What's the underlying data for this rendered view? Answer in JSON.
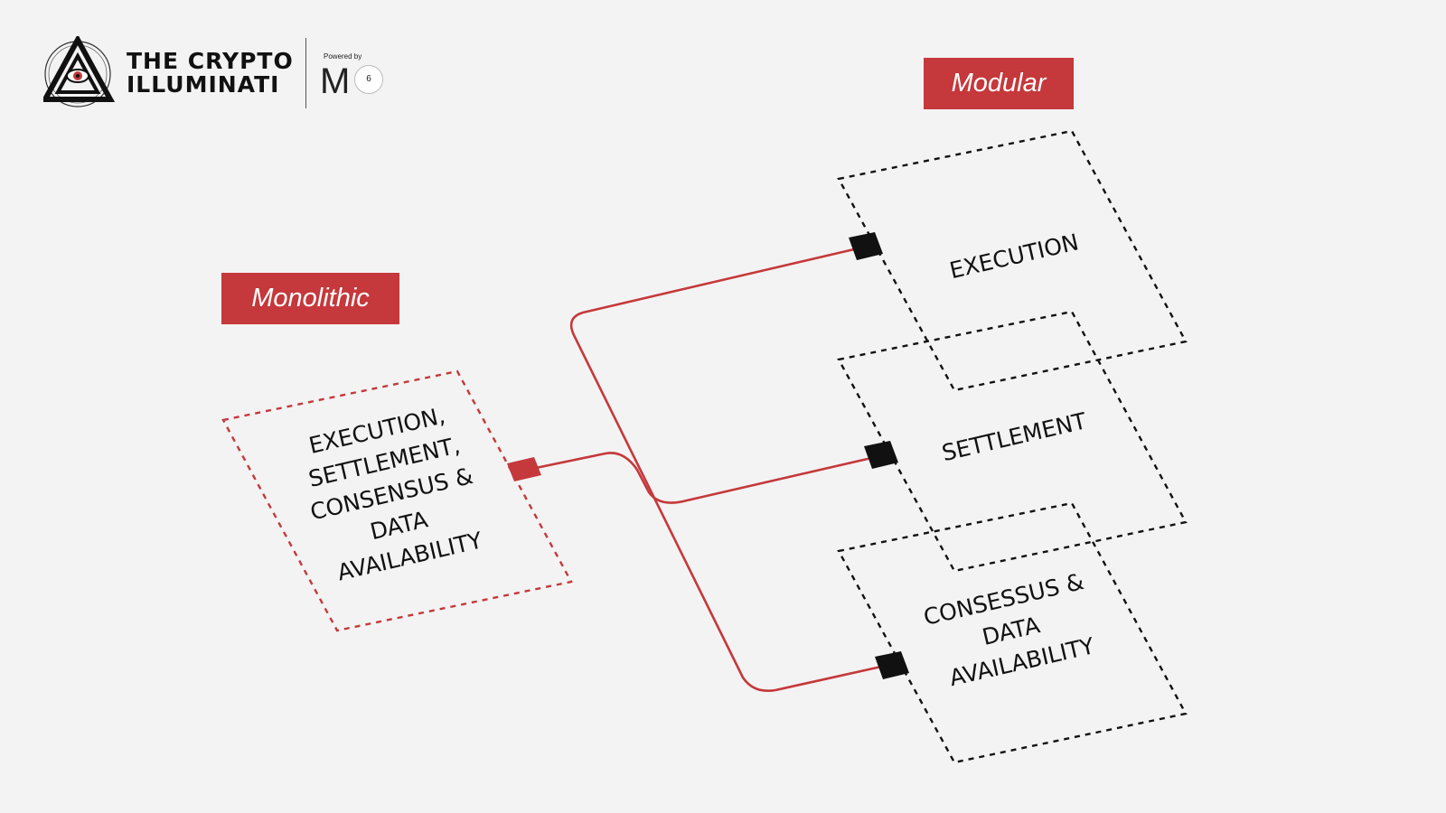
{
  "brand": {
    "line1": "THE CRYPTO",
    "line2": "ILLUMINATI",
    "powered_by": "Powered by",
    "partner_letter": "M",
    "partner_number": "6"
  },
  "labels": {
    "monolithic": "Monolithic",
    "modular": "Modular"
  },
  "monolithic_box": {
    "lines": [
      "EXECUTION,",
      "SETTLEMENT,",
      "CONSENSUS &",
      "DATA",
      "AVAILABILITY"
    ]
  },
  "modular_boxes": [
    {
      "lines": [
        "EXECUTION"
      ]
    },
    {
      "lines": [
        "SETTLEMENT"
      ]
    },
    {
      "lines": [
        "CONSESSUS &",
        "DATA",
        "AVAILABILITY"
      ]
    }
  ],
  "colors": {
    "accent_red": "#c5383b",
    "black": "#111111",
    "background": "#f3f3f3"
  },
  "icons": {
    "logo": "pyramid-eye-icon"
  }
}
